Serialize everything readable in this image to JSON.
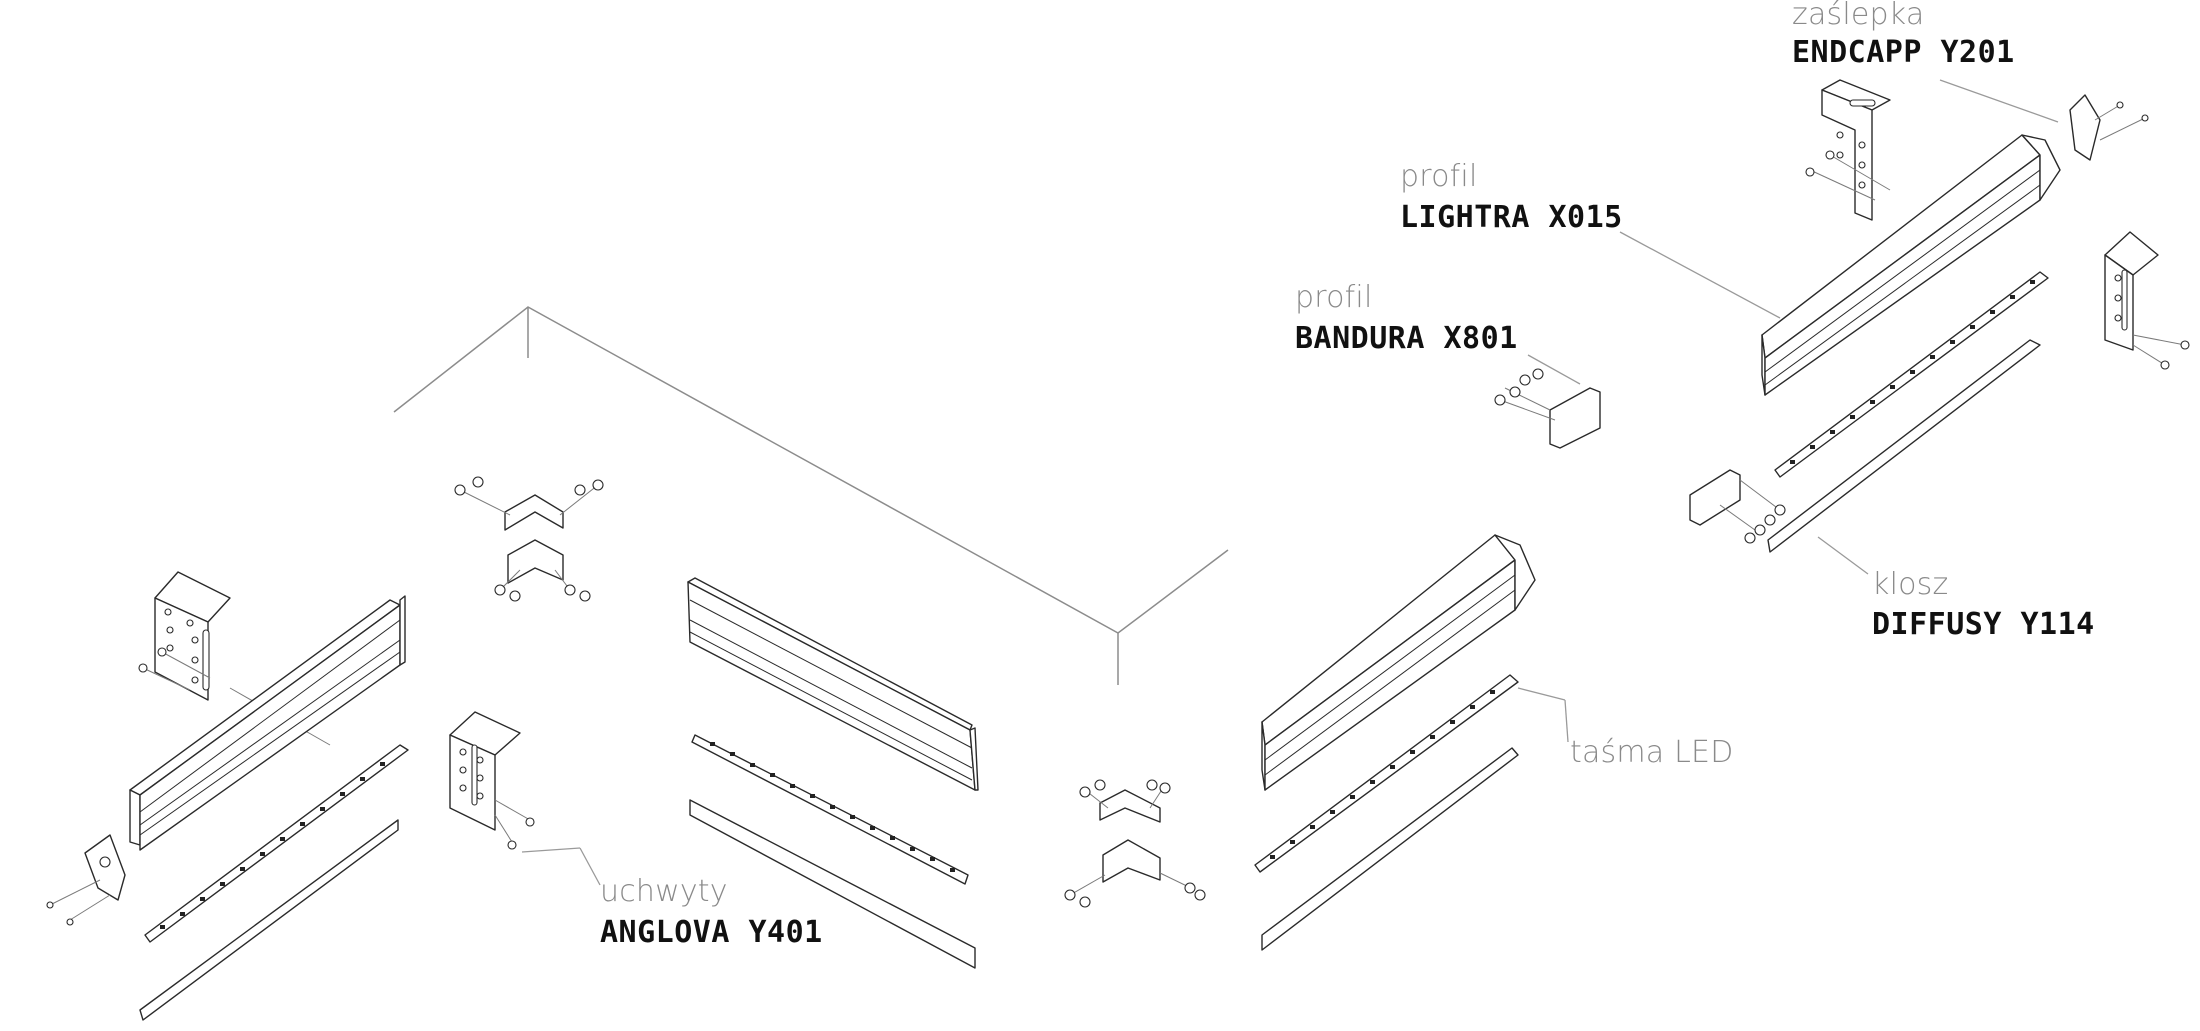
{
  "labels": {
    "endcap": {
      "category": "zaślepka",
      "code": "ENDCAPP Y201"
    },
    "lightra": {
      "category": "profil",
      "code": "LIGHTRA X015"
    },
    "bandura": {
      "category": "profil",
      "code": "BANDURA X801"
    },
    "diffusy": {
      "category": "klosz",
      "code": "DIFFUSY Y114"
    },
    "led_strip": {
      "category": "taśma LED"
    },
    "anglova": {
      "category": "uchwyty",
      "code": "ANGLOVA Y401"
    }
  },
  "colors": {
    "line": "#2a2a2a",
    "wall": "#8c8c8c",
    "leader": "#9a9a9a",
    "category_text": "#8a8a8a",
    "code_text": "#111111"
  }
}
